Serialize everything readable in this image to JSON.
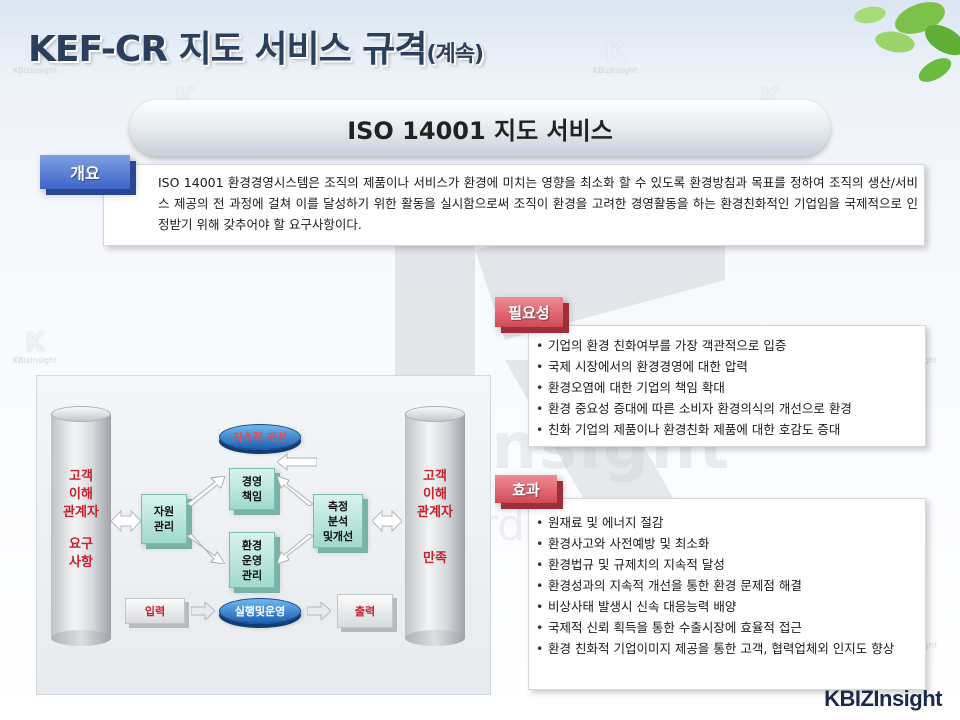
{
  "header": {
    "title_main": "KEF-CR 지도 서비스 규격",
    "title_sub": "(계속)"
  },
  "banner": {
    "label": "ISO 14001 지도 서비스"
  },
  "overview": {
    "tag": "개요",
    "text": "ISO 14001 환경경영시스템은 조직의 제품이나 서비스가 환경에 미치는 영향을 최소화 할 수 있도록 환경방침과 목표를 정하여 조직의 생산/서비스 제공의 전 과정에 걸쳐 이를 달성하기 위한 활동을 실시함으로써 조직이 환경을 고려한 경영활동을 하는 환경친화적인 기업임을 국제적으로 인정받기 위해 갖추어야 할 요구사항이다."
  },
  "necessity": {
    "tag": "필요성",
    "items": [
      "기업의 환경 친화여부를 가장 객관적으로 입증",
      "국제 시장에서의 환경경영에 대한 압력",
      "환경오염에 대한 기업의 책임 확대",
      "환경 중요성 증대에 따른 소비자 환경의식의 개선으로 환경",
      "친화 기업의 제품이나 환경친화 제품에 대한 호감도 증대"
    ]
  },
  "effect": {
    "tag": "효과",
    "items": [
      "원재료 및 에너지 절감",
      "환경사고와 사전예방 및 최소화",
      "환경법규 및 규제치의 지속적 달성",
      "환경성과의 지속적 개선을 통한 환경 문제점 해결",
      "비상사태 발생시 신속 대응능력 배양",
      "국제적 신뢰 획득을 통한 수출시장에 효율적 접근",
      "환경 친화적 기업이미지 제공을 통한 고객, 협력업체외 인지도 향상"
    ]
  },
  "diagram": {
    "left_cylinder": [
      "고객",
      "이해",
      "관계자",
      "",
      "요구",
      "사항"
    ],
    "right_cylinder": [
      "고객",
      "이해",
      "관계자",
      "",
      "만족"
    ],
    "top_disc": "지속적 개선",
    "bottom_disc": "실행및운영",
    "box_resource": "자원\n관리",
    "box_management": "경영\n책임",
    "box_operation": "환경\n운영\n관리",
    "box_measure": "측정\n분석\n및개선",
    "input": "입력",
    "output": "출력"
  },
  "watermark": {
    "brand": "KBizInsight",
    "tagline": "standard & future"
  },
  "logo": {
    "text": "KBIZInsight"
  }
}
